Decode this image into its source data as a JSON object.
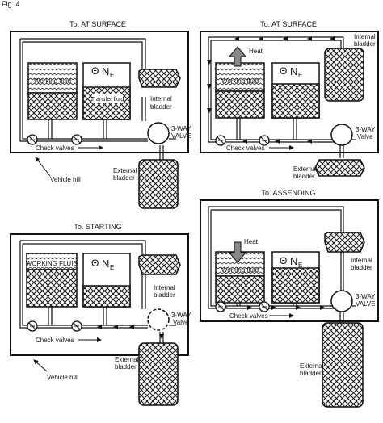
{
  "figure_label": "Fig. 4",
  "panels": [
    {
      "title": "To. AT SURFACE",
      "tank1_label": "Working fluid",
      "tank2_symbol": "Θ",
      "tank2_label": "N",
      "tank2_sub": "E",
      "tank2_extra": "Transfer fluid",
      "heat_label": "",
      "internal_label_1": "Internal",
      "internal_label_2": "bladder",
      "valve_label_1": "3-WAY",
      "valve_label_2": "VALVE",
      "check_label": "Check valves",
      "external_label_1": "External",
      "external_label_2": "bladder",
      "hull_label": "Vehicle hill"
    },
    {
      "title": "To. AT SURFACE",
      "tank1_label": "Working fluid",
      "tank2_symbol": "Θ",
      "tank2_label": "N",
      "tank2_sub": "E",
      "tank2_extra": "",
      "heat_label": "Heat",
      "internal_label_1": "Internal",
      "internal_label_2": "bladder",
      "valve_label_1": "3-WAY",
      "valve_label_2": "Valve",
      "check_label": "Check valves",
      "external_label_1": "External",
      "external_label_2": "bladder",
      "hull_label": ""
    },
    {
      "title": "To. STARTING",
      "tank1_label": "WORKING FLUID",
      "tank2_symbol": "Θ",
      "tank2_label": "N",
      "tank2_sub": "E",
      "tank2_extra": "",
      "heat_label": "",
      "internal_label_1": "Internal",
      "internal_label_2": "bladder",
      "valve_label_1": "3-WAY",
      "valve_label_2": "Valve",
      "check_label": "Check valves",
      "external_label_1": "External",
      "external_label_2": "bladder",
      "hull_label": "Vehicle hill"
    },
    {
      "title": "To. ASSENDING",
      "tank1_label": "Working fluid",
      "tank2_symbol": "Θ",
      "tank2_label": "N",
      "tank2_sub": "E",
      "tank2_extra": "",
      "heat_label": "Heat",
      "internal_label_1": "Internal",
      "internal_label_2": "bladder",
      "valve_label_1": "3-WAY",
      "valve_label_2": "VALVE",
      "check_label": "Check valves",
      "external_label_1": "External",
      "external_label_2": "bladder",
      "hull_label": ""
    }
  ]
}
